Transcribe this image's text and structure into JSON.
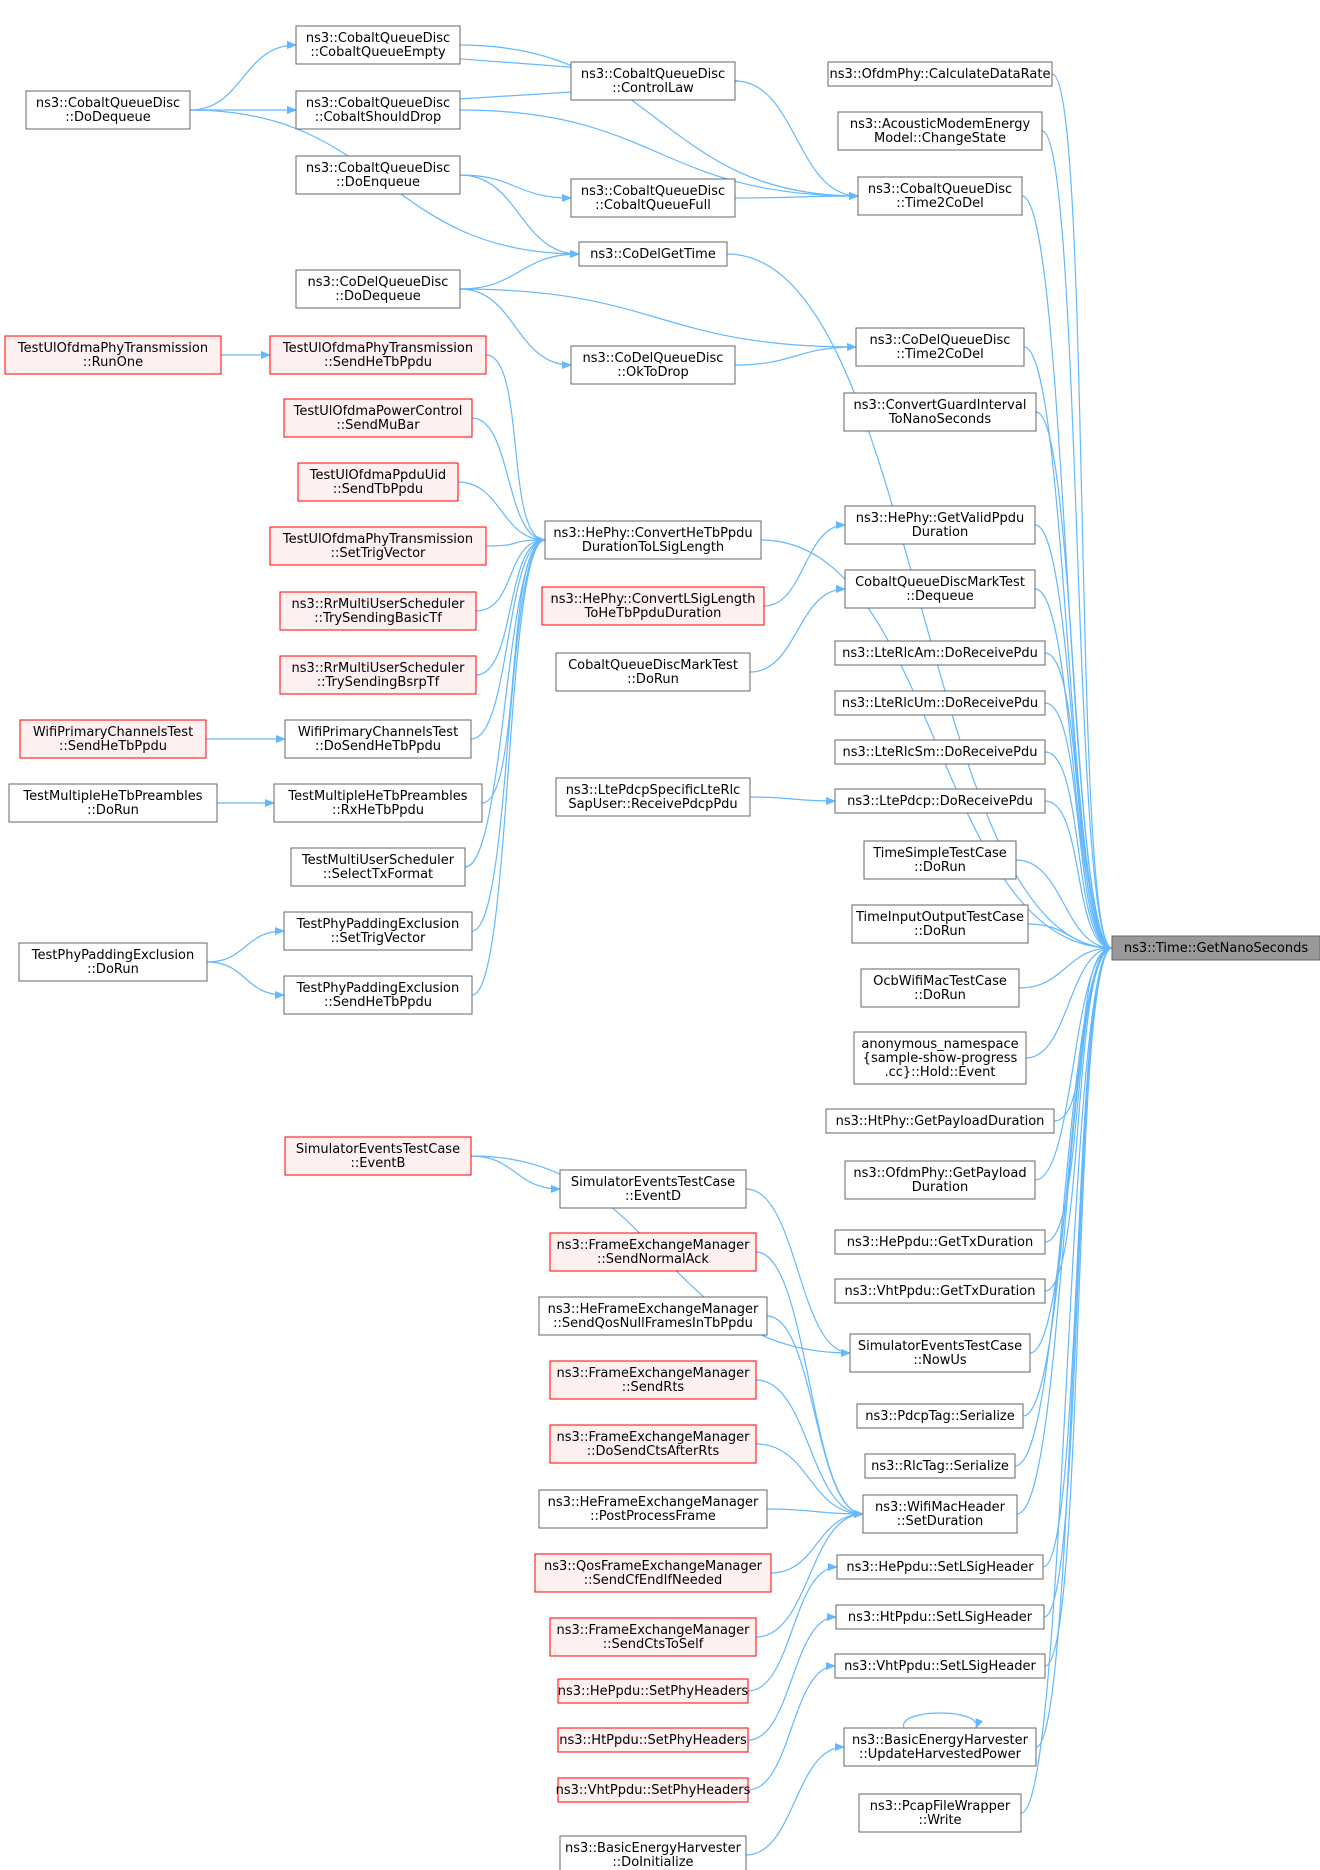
{
  "title": "ns3::Time::GetNanoSeconds caller graph",
  "colors": {
    "edge": "#63b8ff",
    "node_border": "#666666",
    "node_fill": "#ffffff",
    "red_border": "#ff0000",
    "red_fill": "#fff0f0",
    "root_fill": "#999999",
    "root_border": "#666666"
  },
  "nodes": [
    {
      "id": "n1",
      "lines": [
        "ns3::Time::GetNanoSeconds"
      ],
      "style": "root"
    },
    {
      "id": "n2",
      "lines": [
        "ns3::OfdmPhy::CalculateDataRate"
      ],
      "style": "normal"
    },
    {
      "id": "n3",
      "lines": [
        "ns3::AcousticModemEnergy",
        "Model::ChangeState"
      ],
      "style": "normal"
    },
    {
      "id": "n4",
      "lines": [
        "ns3::CobaltQueueDisc",
        "::Time2CoDel"
      ],
      "style": "normal"
    },
    {
      "id": "n5",
      "lines": [
        "ns3::CoDelGetTime"
      ],
      "style": "normal"
    },
    {
      "id": "n6",
      "lines": [
        "ns3::CoDelQueueDisc",
        "::Time2CoDel"
      ],
      "style": "normal"
    },
    {
      "id": "n7",
      "lines": [
        "ns3::ConvertGuardInterval",
        "ToNanoSeconds"
      ],
      "style": "normal"
    },
    {
      "id": "n8",
      "lines": [
        "ns3::HePhy::ConvertHeTbPpdu",
        "DurationToLSigLength"
      ],
      "style": "normal"
    },
    {
      "id": "n9",
      "lines": [
        "ns3::HePhy::GetValidPpdu",
        "Duration"
      ],
      "style": "normal"
    },
    {
      "id": "n10",
      "lines": [
        "CobaltQueueDiscMarkTest",
        "::Dequeue"
      ],
      "style": "normal"
    },
    {
      "id": "n11",
      "lines": [
        "ns3::LteRlcAm::DoReceivePdu"
      ],
      "style": "normal"
    },
    {
      "id": "n12",
      "lines": [
        "ns3::LteRlcUm::DoReceivePdu"
      ],
      "style": "normal"
    },
    {
      "id": "n13",
      "lines": [
        "ns3::LteRlcSm::DoReceivePdu"
      ],
      "style": "normal"
    },
    {
      "id": "n14",
      "lines": [
        "ns3::LtePdcp::DoReceivePdu"
      ],
      "style": "normal"
    },
    {
      "id": "n15",
      "lines": [
        "TimeSimpleTestCase",
        "::DoRun"
      ],
      "style": "normal"
    },
    {
      "id": "n16",
      "lines": [
        "TimeInputOutputTestCase",
        "::DoRun"
      ],
      "style": "normal"
    },
    {
      "id": "n17",
      "lines": [
        "OcbWifiMacTestCase",
        "::DoRun"
      ],
      "style": "normal"
    },
    {
      "id": "n18",
      "lines": [
        "anonymous_namespace",
        "{sample-show-progress",
        ".cc}::Hold::Event"
      ],
      "style": "normal"
    },
    {
      "id": "n19",
      "lines": [
        "ns3::HtPhy::GetPayloadDuration"
      ],
      "style": "normal"
    },
    {
      "id": "n20",
      "lines": [
        "ns3::OfdmPhy::GetPayload",
        "Duration"
      ],
      "style": "normal"
    },
    {
      "id": "n21",
      "lines": [
        "ns3::HePpdu::GetTxDuration"
      ],
      "style": "normal"
    },
    {
      "id": "n22",
      "lines": [
        "ns3::VhtPpdu::GetTxDuration"
      ],
      "style": "normal"
    },
    {
      "id": "n23",
      "lines": [
        "SimulatorEventsTestCase",
        "::NowUs"
      ],
      "style": "normal"
    },
    {
      "id": "n24",
      "lines": [
        "ns3::PdcpTag::Serialize"
      ],
      "style": "normal"
    },
    {
      "id": "n25",
      "lines": [
        "ns3::RlcTag::Serialize"
      ],
      "style": "normal"
    },
    {
      "id": "n26",
      "lines": [
        "ns3::WifiMacHeader",
        "::SetDuration"
      ],
      "style": "normal"
    },
    {
      "id": "n27",
      "lines": [
        "ns3::HePpdu::SetLSigHeader"
      ],
      "style": "normal"
    },
    {
      "id": "n28",
      "lines": [
        "ns3::HtPpdu::SetLSigHeader"
      ],
      "style": "normal"
    },
    {
      "id": "n29",
      "lines": [
        "ns3::VhtPpdu::SetLSigHeader"
      ],
      "style": "normal"
    },
    {
      "id": "n30",
      "lines": [
        "ns3::BasicEnergyHarvester",
        "::UpdateHarvestedPower"
      ],
      "style": "normal"
    },
    {
      "id": "n31",
      "lines": [
        "ns3::PcapFileWrapper",
        "::Write"
      ],
      "style": "normal"
    },
    {
      "id": "n32",
      "lines": [
        "ns3::CobaltQueueDisc",
        "::CobaltQueueEmpty"
      ],
      "style": "normal"
    },
    {
      "id": "n33",
      "lines": [
        "ns3::CobaltQueueDisc",
        "::ControlLaw"
      ],
      "style": "normal"
    },
    {
      "id": "n34",
      "lines": [
        "ns3::CobaltQueueDisc",
        "::CobaltShouldDrop"
      ],
      "style": "normal"
    },
    {
      "id": "n35",
      "lines": [
        "ns3::CobaltQueueDisc",
        "::DoDequeue"
      ],
      "style": "normal"
    },
    {
      "id": "n36",
      "lines": [
        "ns3::CobaltQueueDisc",
        "::DoEnqueue"
      ],
      "style": "normal"
    },
    {
      "id": "n37",
      "lines": [
        "ns3::CobaltQueueDisc",
        "::CobaltQueueFull"
      ],
      "style": "normal"
    },
    {
      "id": "n38",
      "lines": [
        "ns3::CoDelQueueDisc",
        "::DoDequeue"
      ],
      "style": "normal"
    },
    {
      "id": "n39",
      "lines": [
        "ns3::CoDelQueueDisc",
        "::OkToDrop"
      ],
      "style": "normal"
    },
    {
      "id": "n40",
      "lines": [
        "TestUlOfdmaPhyTransmission",
        "::RunOne"
      ],
      "style": "red"
    },
    {
      "id": "n41",
      "lines": [
        "TestUlOfdmaPhyTransmission",
        "::SendHeTbPpdu"
      ],
      "style": "red"
    },
    {
      "id": "n42",
      "lines": [
        "TestUlOfdmaPowerControl",
        "::SendMuBar"
      ],
      "style": "red"
    },
    {
      "id": "n43",
      "lines": [
        "TestUlOfdmaPpduUid",
        "::SendTbPpdu"
      ],
      "style": "red"
    },
    {
      "id": "n44",
      "lines": [
        "TestUlOfdmaPhyTransmission",
        "::SetTrigVector"
      ],
      "style": "red"
    },
    {
      "id": "n45",
      "lines": [
        "ns3::RrMultiUserScheduler",
        "::TrySendingBasicTf"
      ],
      "style": "red"
    },
    {
      "id": "n46",
      "lines": [
        "ns3::RrMultiUserScheduler",
        "::TrySendingBsrpTf"
      ],
      "style": "red"
    },
    {
      "id": "n47",
      "lines": [
        "WifiPrimaryChannelsTest",
        "::SendHeTbPpdu"
      ],
      "style": "red"
    },
    {
      "id": "n48",
      "lines": [
        "WifiPrimaryChannelsTest",
        "::DoSendHeTbPpdu"
      ],
      "style": "normal"
    },
    {
      "id": "n49",
      "lines": [
        "TestMultipleHeTbPreambles",
        "::DoRun"
      ],
      "style": "normal"
    },
    {
      "id": "n50",
      "lines": [
        "TestMultipleHeTbPreambles",
        "::RxHeTbPpdu"
      ],
      "style": "normal"
    },
    {
      "id": "n51",
      "lines": [
        "TestMultiUserScheduler",
        "::SelectTxFormat"
      ],
      "style": "normal"
    },
    {
      "id": "n52",
      "lines": [
        "TestPhyPaddingExclusion",
        "::SetTrigVector"
      ],
      "style": "normal"
    },
    {
      "id": "n53",
      "lines": [
        "TestPhyPaddingExclusion",
        "::DoRun"
      ],
      "style": "normal"
    },
    {
      "id": "n54",
      "lines": [
        "TestPhyPaddingExclusion",
        "::SendHeTbPpdu"
      ],
      "style": "normal"
    },
    {
      "id": "n55",
      "lines": [
        "ns3::HePhy::ConvertLSigLength",
        "ToHeTbPpduDuration"
      ],
      "style": "red"
    },
    {
      "id": "n56",
      "lines": [
        "CobaltQueueDiscMarkTest",
        "::DoRun"
      ],
      "style": "normal"
    },
    {
      "id": "n57",
      "lines": [
        "ns3::LtePdcpSpecificLteRlc",
        "SapUser::ReceivePdcpPdu"
      ],
      "style": "normal"
    },
    {
      "id": "n58",
      "lines": [
        "SimulatorEventsTestCase",
        "::EventB"
      ],
      "style": "red"
    },
    {
      "id": "n59",
      "lines": [
        "SimulatorEventsTestCase",
        "::EventD"
      ],
      "style": "normal"
    },
    {
      "id": "n60",
      "lines": [
        "ns3::FrameExchangeManager",
        "::SendNormalAck"
      ],
      "style": "red"
    },
    {
      "id": "n61",
      "lines": [
        "ns3::HeFrameExchangeManager",
        "::SendQosNullFramesInTbPpdu"
      ],
      "style": "normal"
    },
    {
      "id": "n62",
      "lines": [
        "ns3::FrameExchangeManager",
        "::SendRts"
      ],
      "style": "red"
    },
    {
      "id": "n63",
      "lines": [
        "ns3::FrameExchangeManager",
        "::DoSendCtsAfterRts"
      ],
      "style": "red"
    },
    {
      "id": "n64",
      "lines": [
        "ns3::HeFrameExchangeManager",
        "::PostProcessFrame"
      ],
      "style": "normal"
    },
    {
      "id": "n65",
      "lines": [
        "ns3::QosFrameExchangeManager",
        "::SendCfEndIfNeeded"
      ],
      "style": "red"
    },
    {
      "id": "n66",
      "lines": [
        "ns3::FrameExchangeManager",
        "::SendCtsToSelf"
      ],
      "style": "red"
    },
    {
      "id": "n67",
      "lines": [
        "ns3::HePpdu::SetPhyHeaders"
      ],
      "style": "red"
    },
    {
      "id": "n68",
      "lines": [
        "ns3::HtPpdu::SetPhyHeaders"
      ],
      "style": "red"
    },
    {
      "id": "n69",
      "lines": [
        "ns3::VhtPpdu::SetPhyHeaders"
      ],
      "style": "red"
    },
    {
      "id": "n70",
      "lines": [
        "ns3::BasicEnergyHarvester",
        "::DoInitialize"
      ],
      "style": "normal"
    }
  ],
  "edges": [
    [
      "n2",
      "n1"
    ],
    [
      "n3",
      "n1"
    ],
    [
      "n4",
      "n1"
    ],
    [
      "n5",
      "n1"
    ],
    [
      "n6",
      "n1"
    ],
    [
      "n7",
      "n1"
    ],
    [
      "n8",
      "n1"
    ],
    [
      "n9",
      "n1"
    ],
    [
      "n10",
      "n1"
    ],
    [
      "n11",
      "n1"
    ],
    [
      "n12",
      "n1"
    ],
    [
      "n13",
      "n1"
    ],
    [
      "n14",
      "n1"
    ],
    [
      "n15",
      "n1"
    ],
    [
      "n16",
      "n1"
    ],
    [
      "n17",
      "n1"
    ],
    [
      "n18",
      "n1"
    ],
    [
      "n19",
      "n1"
    ],
    [
      "n20",
      "n1"
    ],
    [
      "n21",
      "n1"
    ],
    [
      "n22",
      "n1"
    ],
    [
      "n23",
      "n1"
    ],
    [
      "n24",
      "n1"
    ],
    [
      "n25",
      "n1"
    ],
    [
      "n26",
      "n1"
    ],
    [
      "n27",
      "n1"
    ],
    [
      "n28",
      "n1"
    ],
    [
      "n29",
      "n1"
    ],
    [
      "n30",
      "n1"
    ],
    [
      "n31",
      "n1"
    ],
    [
      "n32",
      "n4"
    ],
    [
      "n33",
      "n4"
    ],
    [
      "n34",
      "n4"
    ],
    [
      "n37",
      "n4"
    ],
    [
      "n35",
      "n32"
    ],
    [
      "n35",
      "n34"
    ],
    [
      "n35",
      "n5"
    ],
    [
      "n33",
      "n32"
    ],
    [
      "n33",
      "n34"
    ],
    [
      "n36",
      "n37"
    ],
    [
      "n36",
      "n5"
    ],
    [
      "n38",
      "n5"
    ],
    [
      "n38",
      "n6"
    ],
    [
      "n38",
      "n39"
    ],
    [
      "n39",
      "n6"
    ],
    [
      "n40",
      "n41"
    ],
    [
      "n41",
      "n8"
    ],
    [
      "n42",
      "n8"
    ],
    [
      "n43",
      "n8"
    ],
    [
      "n44",
      "n8"
    ],
    [
      "n45",
      "n8"
    ],
    [
      "n46",
      "n8"
    ],
    [
      "n48",
      "n8"
    ],
    [
      "n50",
      "n8"
    ],
    [
      "n51",
      "n8"
    ],
    [
      "n52",
      "n8"
    ],
    [
      "n54",
      "n8"
    ],
    [
      "n47",
      "n48"
    ],
    [
      "n49",
      "n50"
    ],
    [
      "n53",
      "n52"
    ],
    [
      "n53",
      "n54"
    ],
    [
      "n55",
      "n9"
    ],
    [
      "n56",
      "n10"
    ],
    [
      "n57",
      "n14"
    ],
    [
      "n58",
      "n59"
    ],
    [
      "n58",
      "n23"
    ],
    [
      "n59",
      "n23"
    ],
    [
      "n60",
      "n26"
    ],
    [
      "n61",
      "n26"
    ],
    [
      "n62",
      "n26"
    ],
    [
      "n63",
      "n26"
    ],
    [
      "n64",
      "n26"
    ],
    [
      "n65",
      "n26"
    ],
    [
      "n66",
      "n26"
    ],
    [
      "n67",
      "n27"
    ],
    [
      "n68",
      "n28"
    ],
    [
      "n69",
      "n29"
    ],
    [
      "n70",
      "n30"
    ],
    [
      "n30",
      "n30"
    ]
  ]
}
